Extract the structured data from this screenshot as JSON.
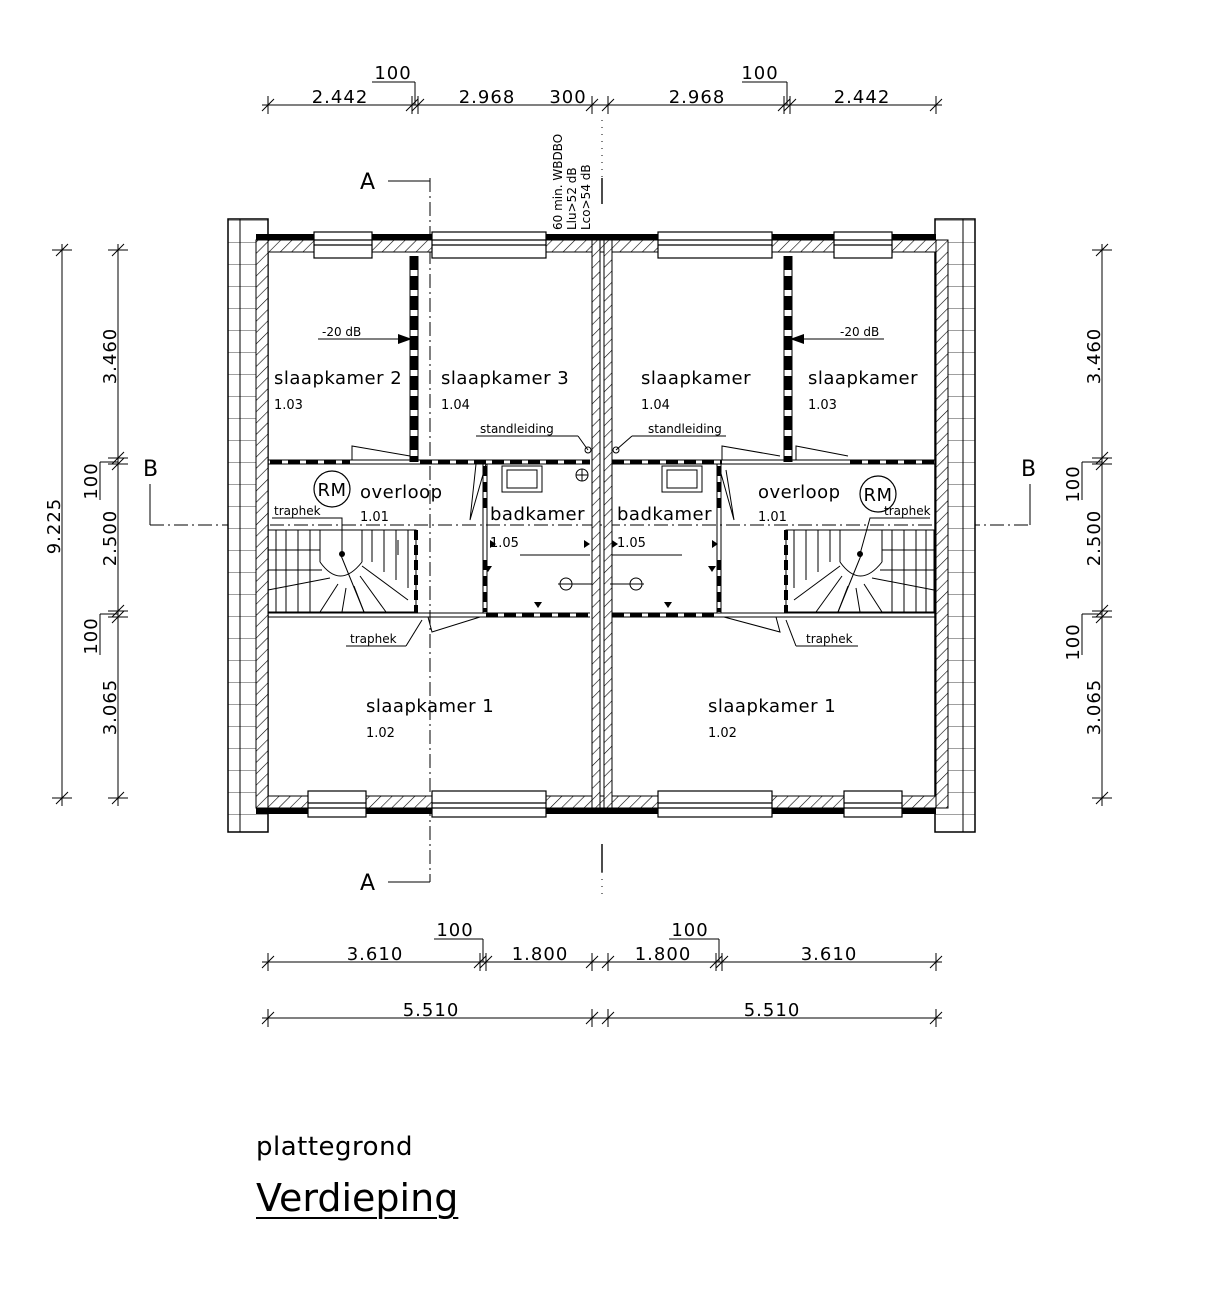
{
  "rooms": {
    "left": {
      "slaapkamer2": {
        "name": "slaapkamer 2",
        "num": "1.03"
      },
      "slaapkamer3": {
        "name": "slaapkamer 3",
        "num": "1.04"
      },
      "overloop": {
        "name": "overloop",
        "num": "1.01"
      },
      "badkamer": {
        "name": "badkamer",
        "num": "1.05"
      },
      "slaapkamer1": {
        "name": "slaapkamer 1",
        "num": "1.02"
      }
    },
    "right": {
      "slaapkamerA": {
        "name": "slaapkamer",
        "num": "1.04"
      },
      "slaapkamerB": {
        "name": "slaapkamer",
        "num": "1.03"
      },
      "overloop": {
        "name": "overloop",
        "num": "1.01"
      },
      "badkamer": {
        "name": "badkamer",
        "num": "1.05"
      },
      "slaapkamer1": {
        "name": "slaapkamer 1",
        "num": "1.02"
      }
    }
  },
  "labels": {
    "rm": "RM",
    "traphek": "traphek",
    "standleiding": "standleiding",
    "minus20db": "-20 dB",
    "wall_line1": "60 min. WBDBO",
    "wall_line2": "Llu>52 dB",
    "wall_line3": "Lco>54 dB",
    "section_a": "A",
    "section_b": "B"
  },
  "dimensions": {
    "top": [
      "2.442",
      "2.968",
      "300",
      "2.968",
      "2.442"
    ],
    "top_small": [
      "100",
      "100"
    ],
    "bottom1": [
      "3.610",
      "1.800",
      "1.800",
      "3.610"
    ],
    "bottom1_small": [
      "100",
      "100"
    ],
    "bottom2": [
      "5.510",
      "5.510"
    ],
    "side_total": "9.225",
    "side": [
      "3.460",
      "100",
      "2.500",
      "100",
      "3.065"
    ]
  },
  "caption": {
    "subtitle": "plattegrond",
    "title": "Verdieping"
  }
}
